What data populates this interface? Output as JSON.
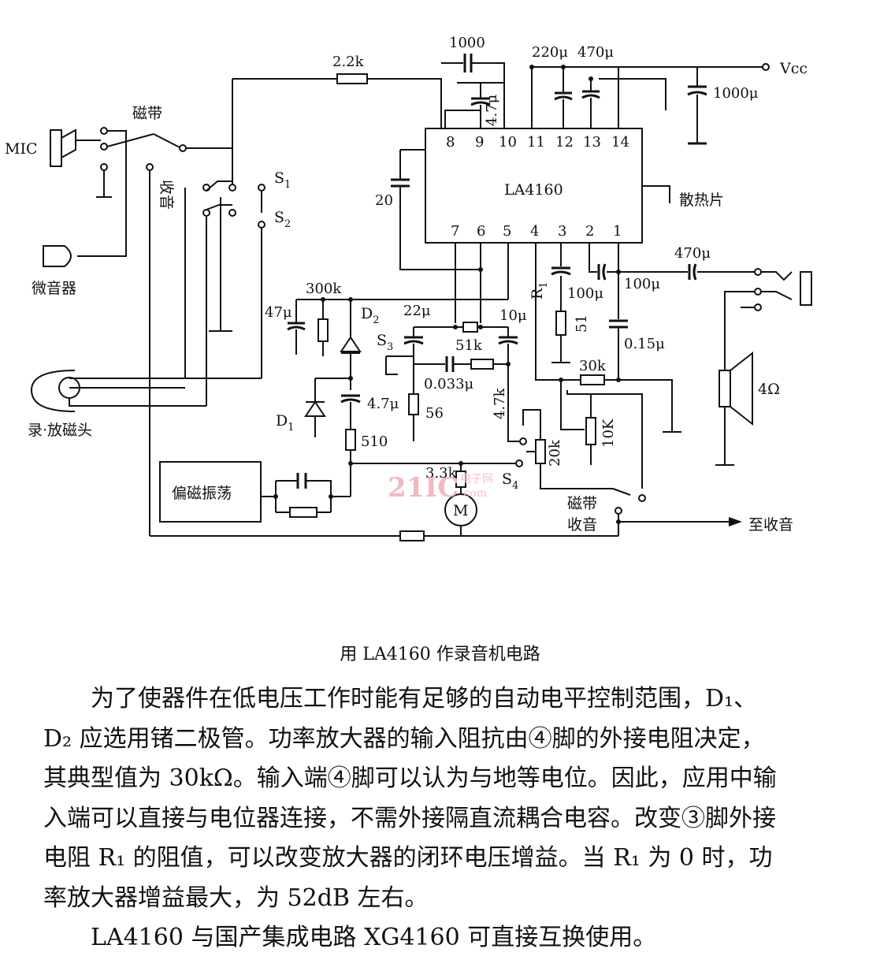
{
  "diagram": {
    "ic": {
      "name": "LA4160",
      "pins_top": [
        "8",
        "9",
        "10",
        "11",
        "12",
        "13",
        "14"
      ],
      "pins_bottom": [
        "7",
        "6",
        "5",
        "4",
        "3",
        "2",
        "1"
      ]
    },
    "labels": {
      "vcc": "Vcc",
      "c_1000_top": "1000",
      "r_2k2": "2.2k",
      "c_220u": "220μ",
      "c_470u_top": "470μ",
      "c_4u7_top": "4.7μ",
      "c_1000u": "1000μ",
      "c_20": "20",
      "heatsink": "散热片",
      "mic": "MIC",
      "sw_tape": "磁带",
      "sw_radio": "收音",
      "s1": "S",
      "s1_sub": "1",
      "s2": "S",
      "s2_sub": "2",
      "microphone": "微音器",
      "head": "录·放磁头",
      "r_300k": "300k",
      "c_47u": "47μ",
      "d2": "D",
      "d2_sub": "2",
      "c_22u": "22μ",
      "c_10u": "10μ",
      "s3": "S",
      "s3_sub": "3",
      "r_51k": "51k",
      "c_0033u": "0.033μ",
      "r_4k7": "4.7k",
      "c_4u7_mid": "4.7μ",
      "r_56": "56",
      "d1": "D",
      "d1_sub": "1",
      "r_510": "510",
      "oscillator": "偏磁振荡",
      "r_3k3": "3.3k",
      "s4": "S",
      "s4_sub": "4",
      "motor": "M",
      "r1": "R",
      "r1_sub": "1",
      "c_100u_a": "100μ",
      "r_51": "51",
      "c_100u_b": "100μ",
      "c_015u": "0.15μ",
      "r_30k": "30k",
      "pot_10k": "10K",
      "pot_20k": "20k",
      "c_470u_out": "470μ",
      "speaker": "4Ω",
      "sel_tape": "磁带",
      "sel_radio": "收音",
      "to_radio": "至收音"
    },
    "watermark": {
      "main": "21IC",
      "sub": "电子网",
      "dom": ".com"
    }
  },
  "caption": "用 LA4160 作录音机电路",
  "body": {
    "p1": "为了使器件在低电压工作时能有足够的自动电平控制范围，D₁、D₂ 应选用锗二极管。功率放大器的输入阻抗由④脚的外接电阻决定，其典型值为 30kΩ。输入端④脚可以认为与地等电位。因此，应用中输入端可以直接与电位器连接，不需外接隔直流耦合电容。改变③脚外接电阻 R₁ 的阻值，可以改变放大器的闭环电压增益。当 R₁ 为 0 时，功率放大器增益最大，为 52dB 左右。",
    "p2": "LA4160 与国产集成电路 XG4160 可直接互换使用。"
  }
}
